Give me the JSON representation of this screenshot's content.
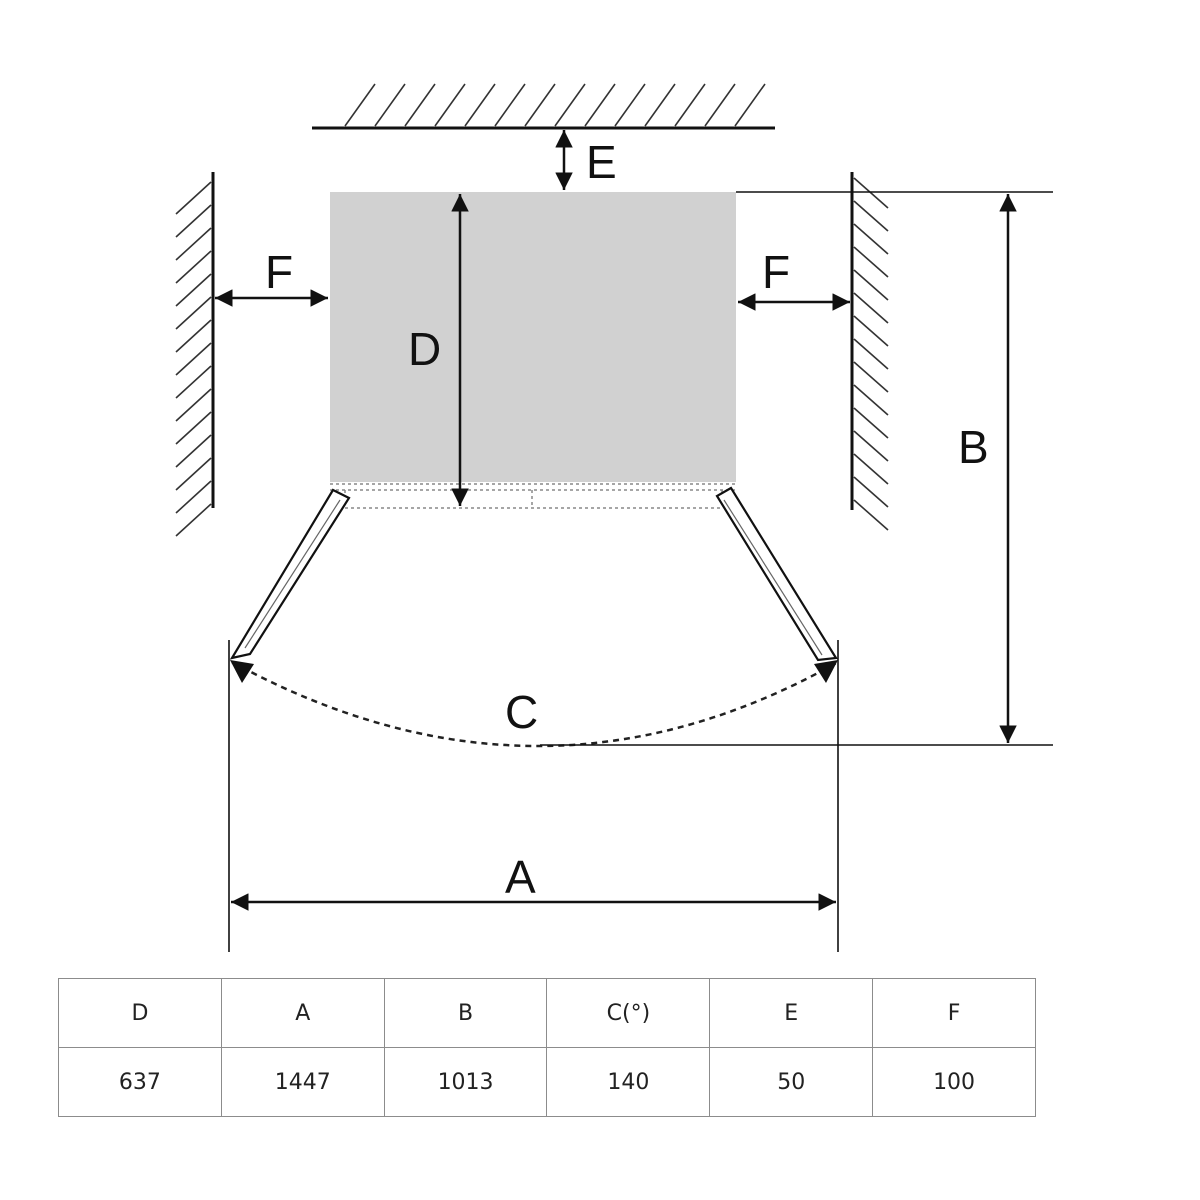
{
  "diagram": {
    "labels": {
      "a": "A",
      "b": "B",
      "c": "C",
      "d": "D",
      "e": "E",
      "f_left": "F",
      "f_right": "F"
    },
    "colors": {
      "cabinet_fill": "#d1d1d1",
      "line": "#111111"
    }
  },
  "table": {
    "headers": [
      "D",
      "A",
      "B",
      "C(°)",
      "E",
      "F"
    ],
    "values": [
      "637",
      "1447",
      "1013",
      "140",
      "50",
      "100"
    ]
  }
}
